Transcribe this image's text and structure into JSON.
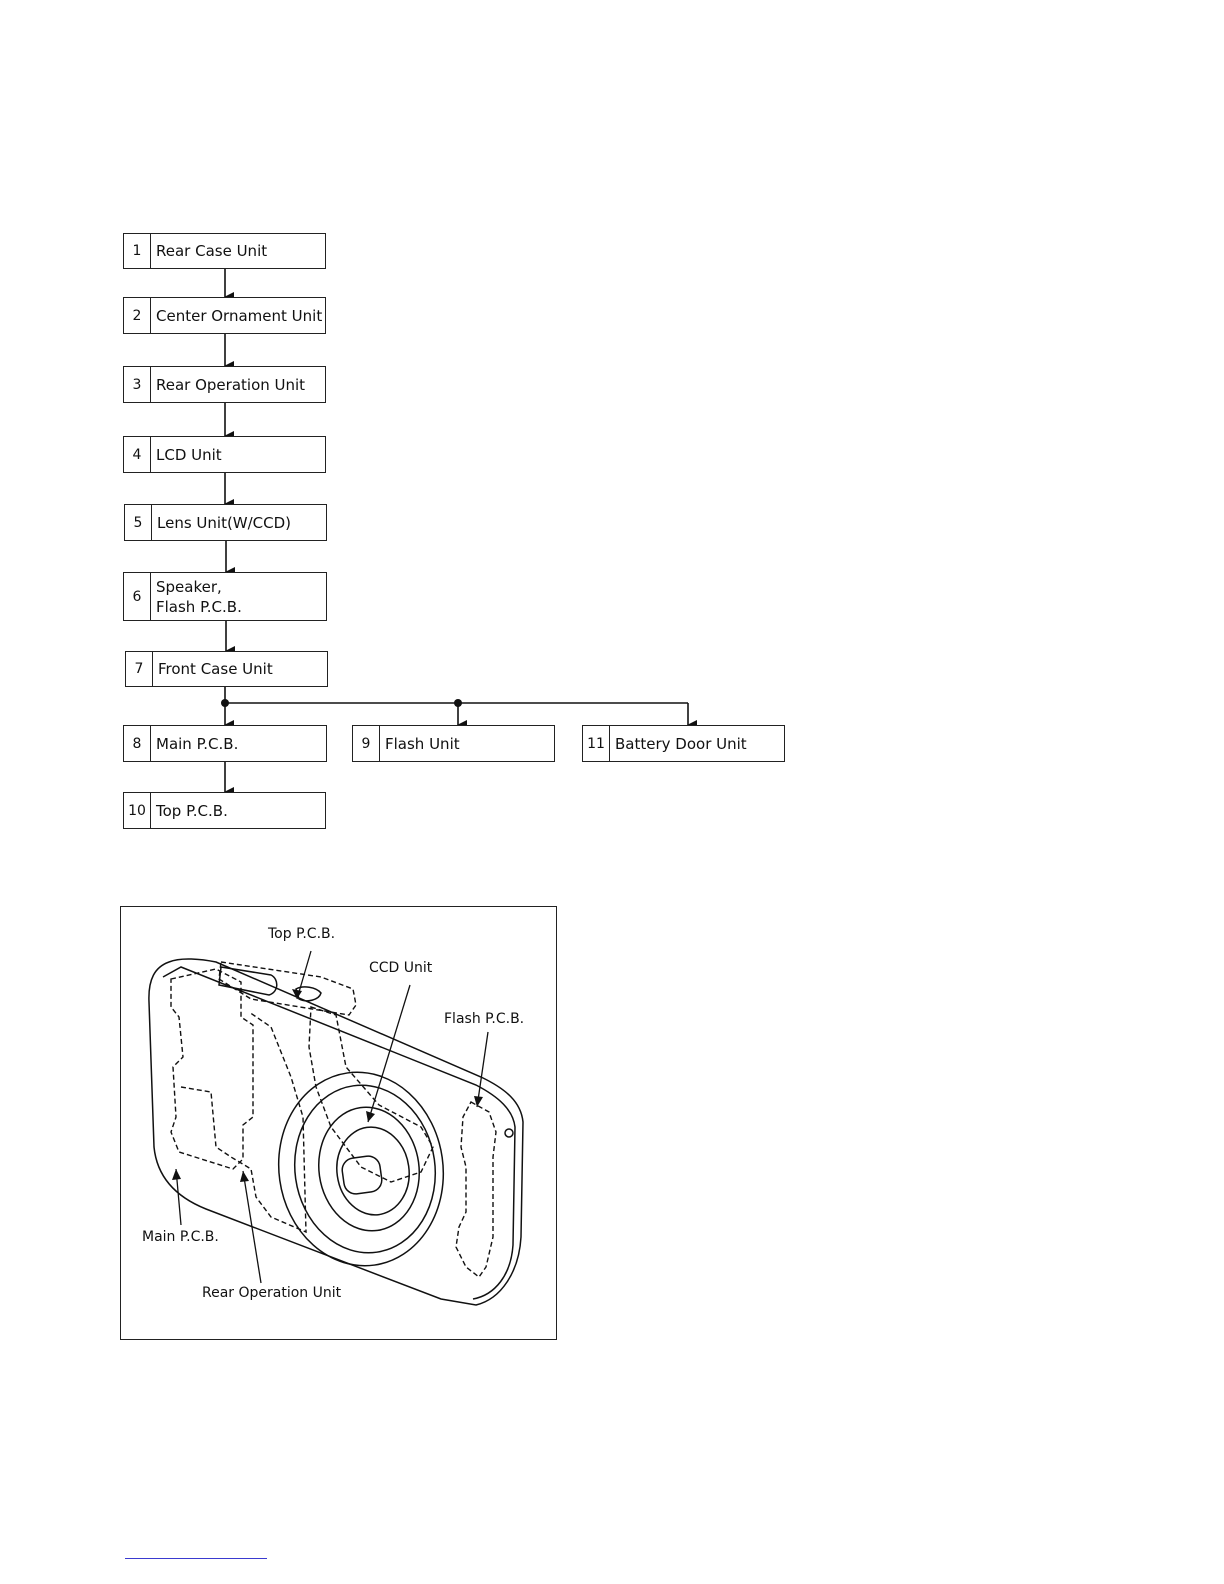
{
  "flowchart": {
    "steps": [
      {
        "num": "1",
        "label": "Rear Case Unit"
      },
      {
        "num": "2",
        "label": "Center Ornament Unit"
      },
      {
        "num": "3",
        "label": "Rear Operation Unit"
      },
      {
        "num": "4",
        "label": "LCD Unit"
      },
      {
        "num": "5",
        "label": "Lens Unit(W/CCD)"
      },
      {
        "num": "6",
        "label": "Speaker,\nFlash P.C.B."
      },
      {
        "num": "7",
        "label": "Front Case Unit"
      },
      {
        "num": "8",
        "label": "Main P.C.B."
      },
      {
        "num": "9",
        "label": "Flash Unit"
      },
      {
        "num": "10",
        "label": "Top P.C.B."
      },
      {
        "num": "11",
        "label": "Battery Door Unit"
      }
    ]
  },
  "figure": {
    "callouts": {
      "top_pcb": "Top P.C.B.",
      "ccd_unit": "CCD Unit",
      "flash_pcb": "Flash P.C.B.",
      "main_pcb": "Main P.C.B.",
      "rear_operation_unit": "Rear Operation Unit"
    }
  }
}
